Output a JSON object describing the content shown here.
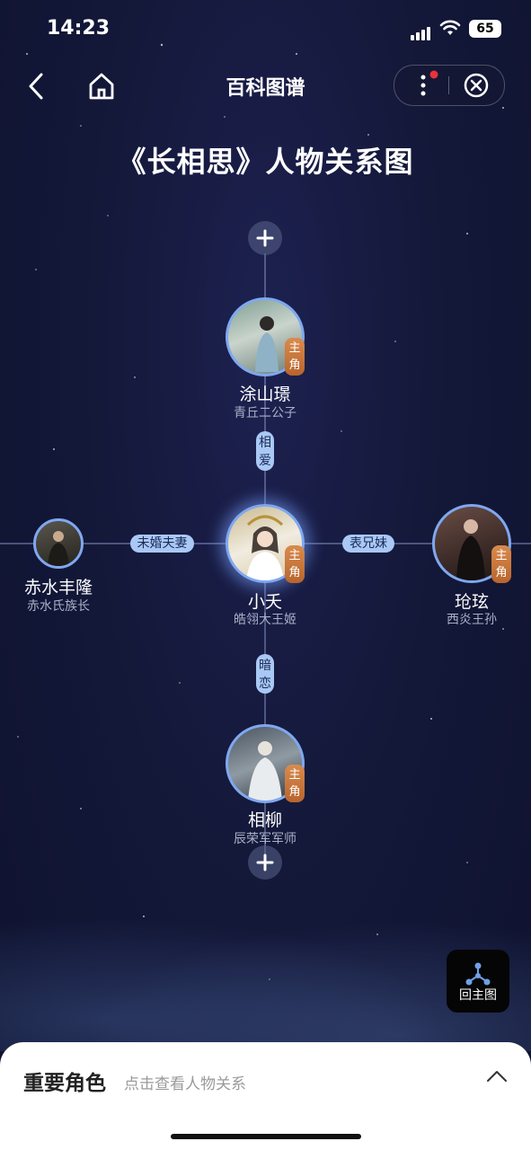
{
  "status_bar": {
    "time": "14:23",
    "battery": "65"
  },
  "nav": {
    "title": "百科图谱"
  },
  "page_title": "《长相思》人物关系图",
  "colors": {
    "background": "#141839",
    "accent": "#a9c8f5",
    "badge": "#c9743c",
    "avatar_ring": "#7fa8f0"
  },
  "graph": {
    "center": {
      "name": "小夭",
      "subtitle": "皓翎大王姬",
      "badge": "主角"
    },
    "top": {
      "name": "涂山璟",
      "subtitle": "青丘二公子",
      "badge": "主角",
      "relation": "相爱"
    },
    "right": {
      "name": "玱玹",
      "subtitle": "西炎王孙",
      "badge": "主角",
      "relation": "表兄妹"
    },
    "bottom": {
      "name": "相柳",
      "subtitle": "辰荣军军师",
      "badge": "主角",
      "relation": "暗恋"
    },
    "left": {
      "name": "赤水丰隆",
      "subtitle": "赤水氏族长",
      "relation": "未婚夫妻"
    }
  },
  "home_button": {
    "label": "回主图",
    "icon": "graph-nodes-icon"
  },
  "bottom_sheet": {
    "title": "重要角色",
    "subtitle": "点击查看人物关系"
  }
}
